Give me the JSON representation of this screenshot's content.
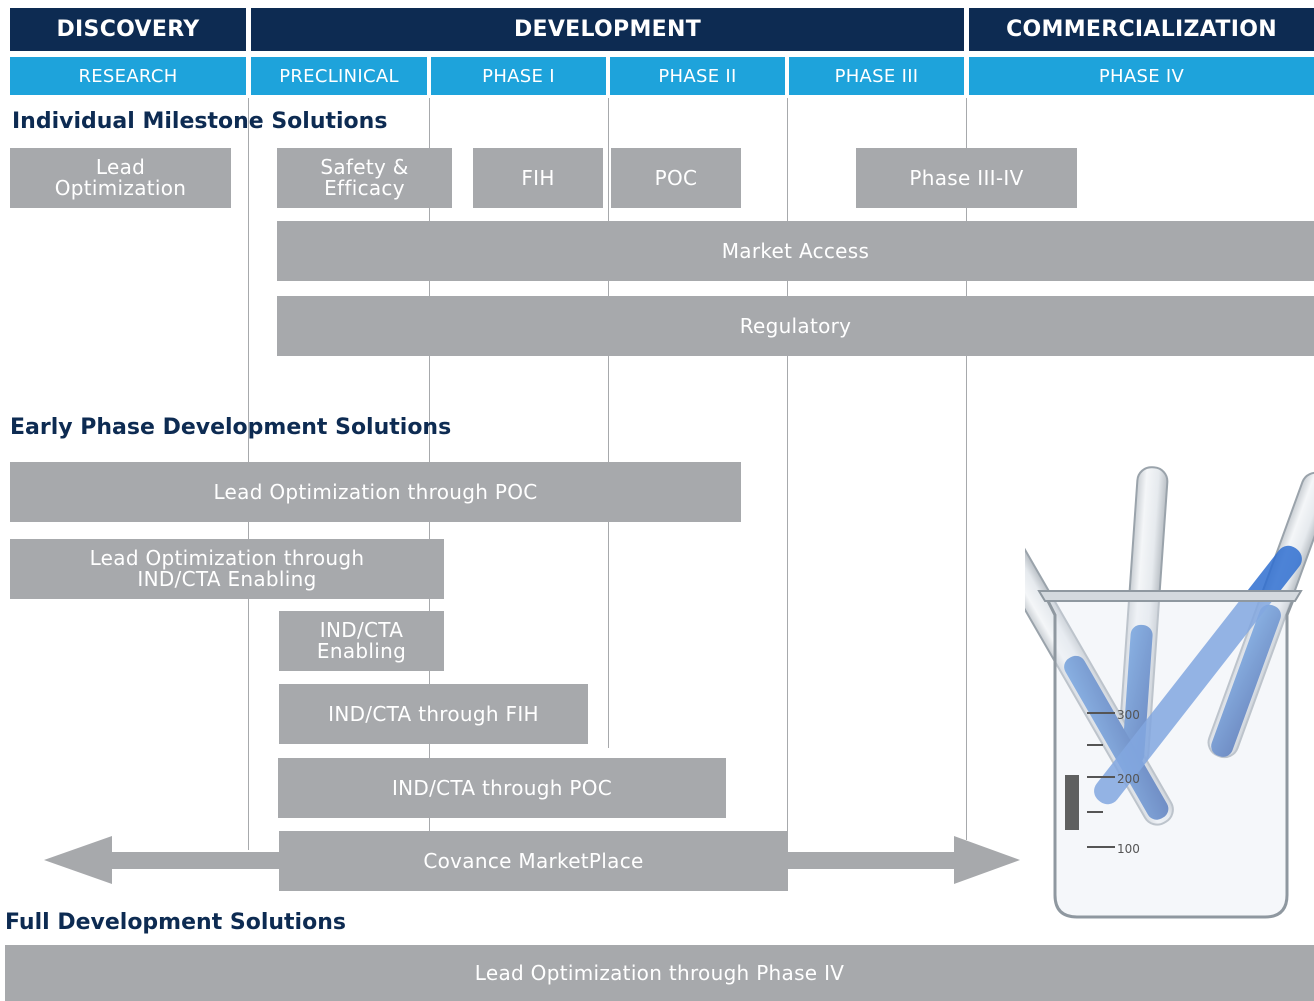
{
  "headers": {
    "top": [
      "DISCOVERY",
      "DEVELOPMENT",
      "COMMERCIALIZATION"
    ],
    "sub": [
      "RESEARCH",
      "PRECLINICAL",
      "PHASE I",
      "PHASE II",
      "PHASE III",
      "PHASE IV"
    ]
  },
  "sections": {
    "individual": {
      "title": "Individual Milestone Solutions",
      "lead_optimization": [
        "Lead",
        "Optimization"
      ],
      "safety_efficacy": [
        "Safety &",
        "Efficacy"
      ],
      "fih": "FIH",
      "poc": "POC",
      "phase_3_4": "Phase III-IV",
      "market_access": "Market Access",
      "regulatory": "Regulatory"
    },
    "early": {
      "title": "Early Phase Development Solutions",
      "lo_through_poc": "Lead Optimization through POC",
      "lo_through_ind": [
        "Lead Optimization through",
        "IND/CTA Enabling"
      ],
      "ind_enabling": [
        "IND/CTA",
        "Enabling"
      ],
      "ind_through_fih": "IND/CTA through FIH",
      "ind_through_poc": "IND/CTA through POC",
      "marketplace": "Covance MarketPlace"
    },
    "full": {
      "title": "Full Development Solutions",
      "lo_through_phase4": "Lead Optimization through Phase IV"
    }
  },
  "beaker_markings": [
    "300",
    "200",
    "100"
  ],
  "colors": {
    "navy": "#0d2b52",
    "blue": "#1ea3db",
    "bar_gray": "#a7a9ac"
  }
}
